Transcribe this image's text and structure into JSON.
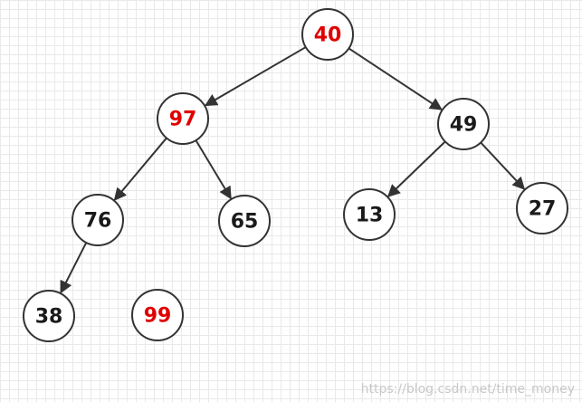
{
  "colors": {
    "red": "#e00000",
    "black": "#1a1a1a"
  },
  "nodes": [
    {
      "id": "n40",
      "label": "40",
      "color": "red"
    },
    {
      "id": "n97",
      "label": "97",
      "color": "red"
    },
    {
      "id": "n49",
      "label": "49",
      "color": "black"
    },
    {
      "id": "n76",
      "label": "76",
      "color": "black"
    },
    {
      "id": "n65",
      "label": "65",
      "color": "black"
    },
    {
      "id": "n13",
      "label": "13",
      "color": "black"
    },
    {
      "id": "n27",
      "label": "27",
      "color": "black"
    },
    {
      "id": "n38",
      "label": "38",
      "color": "black"
    },
    {
      "id": "n99",
      "label": "99",
      "color": "red"
    }
  ],
  "edges": [
    {
      "from": "n40",
      "to": "n97"
    },
    {
      "from": "n40",
      "to": "n49"
    },
    {
      "from": "n97",
      "to": "n76"
    },
    {
      "from": "n97",
      "to": "n65"
    },
    {
      "from": "n49",
      "to": "n13"
    },
    {
      "from": "n49",
      "to": "n27"
    },
    {
      "from": "n76",
      "to": "n38"
    }
  ],
  "watermark": "https://blog.csdn.net/time_money"
}
